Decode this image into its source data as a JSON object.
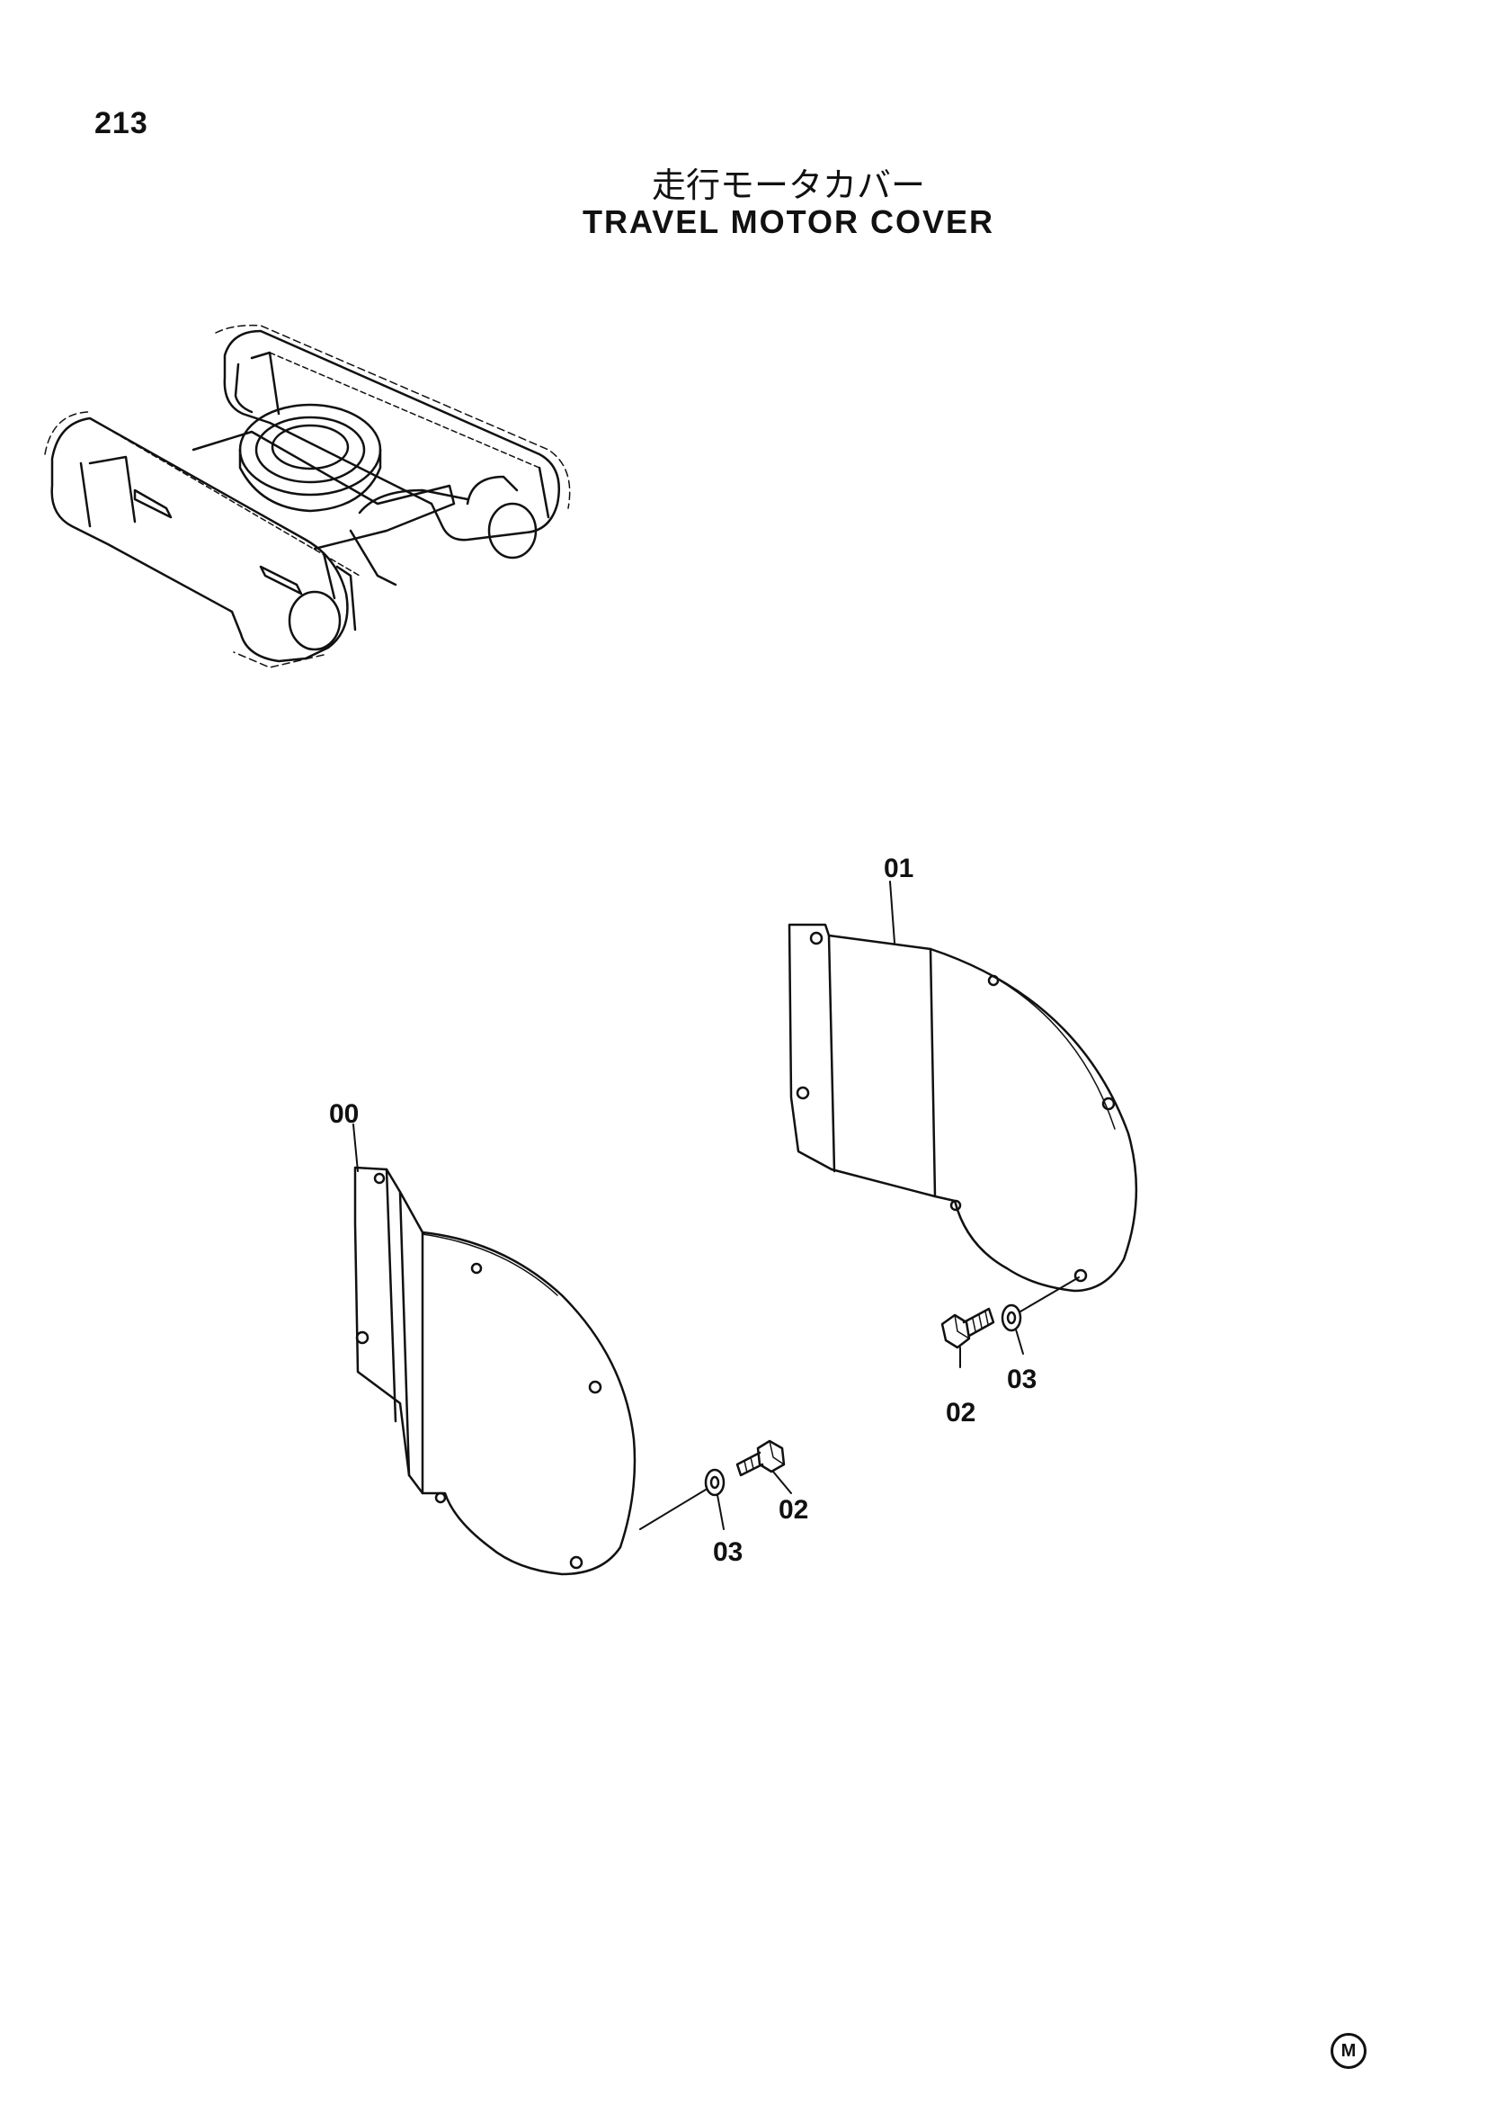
{
  "page_number": "213",
  "title_japanese": "走行モータカバー",
  "title_english": "TRAVEL MOTOR COVER",
  "callouts": {
    "part_00": "00",
    "part_01": "01",
    "part_02_left": "02",
    "part_03_left": "03",
    "part_02_right": "02",
    "part_03_right": "03"
  },
  "corner_mark": "M",
  "icons": [
    "undercarriage-icon",
    "travel-motor-cover-illustration",
    "bolt-icon",
    "washer-icon"
  ]
}
